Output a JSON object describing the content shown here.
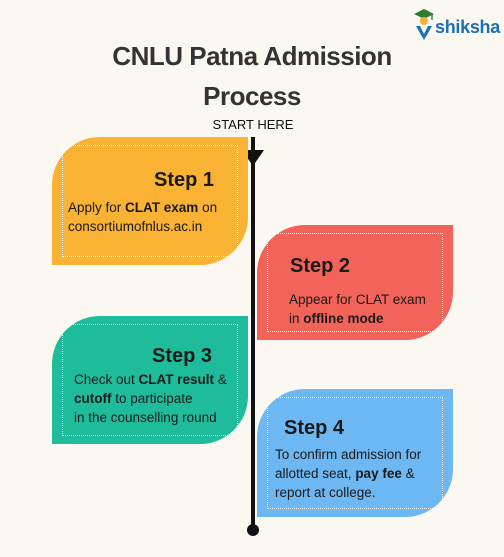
{
  "brand": {
    "name": "shiksha",
    "color": "#1d6fb8",
    "icon": "graduate-icon"
  },
  "title": {
    "line1": "CNLU Patna Admission",
    "line2": "Process"
  },
  "start_label": "START HERE",
  "steps": [
    {
      "heading": "Step 1",
      "color": "#f9b233",
      "lines": [
        [
          {
            "t": "Apply for "
          },
          {
            "t": "CLAT exam",
            "b": true
          },
          {
            "t": " on"
          }
        ],
        [
          {
            "t": "consortiumofnlus.ac.in"
          }
        ]
      ]
    },
    {
      "heading": "Step 2",
      "color": "#f26459",
      "lines": [
        [
          {
            "t": "Appear for CLAT exam"
          }
        ],
        [
          {
            "t": "in "
          },
          {
            "t": "offline mode",
            "b": true
          }
        ]
      ]
    },
    {
      "heading": "Step 3",
      "color": "#1fbc9b",
      "lines": [
        [
          {
            "t": "Check out "
          },
          {
            "t": "CLAT result",
            "b": true
          },
          {
            "t": " &"
          }
        ],
        [
          {
            "t": "cutoff",
            "b": true
          },
          {
            "t": " to participate"
          }
        ],
        [
          {
            "t": "in the counselling round"
          }
        ]
      ]
    },
    {
      "heading": "Step 4",
      "color": "#6db7f2",
      "lines": [
        [
          {
            "t": "To confirm admission for"
          }
        ],
        [
          {
            "t": "allotted seat, "
          },
          {
            "t": "pay fee",
            "b": true
          },
          {
            "t": " &"
          }
        ],
        [
          {
            "t": "report at college."
          }
        ]
      ]
    }
  ]
}
